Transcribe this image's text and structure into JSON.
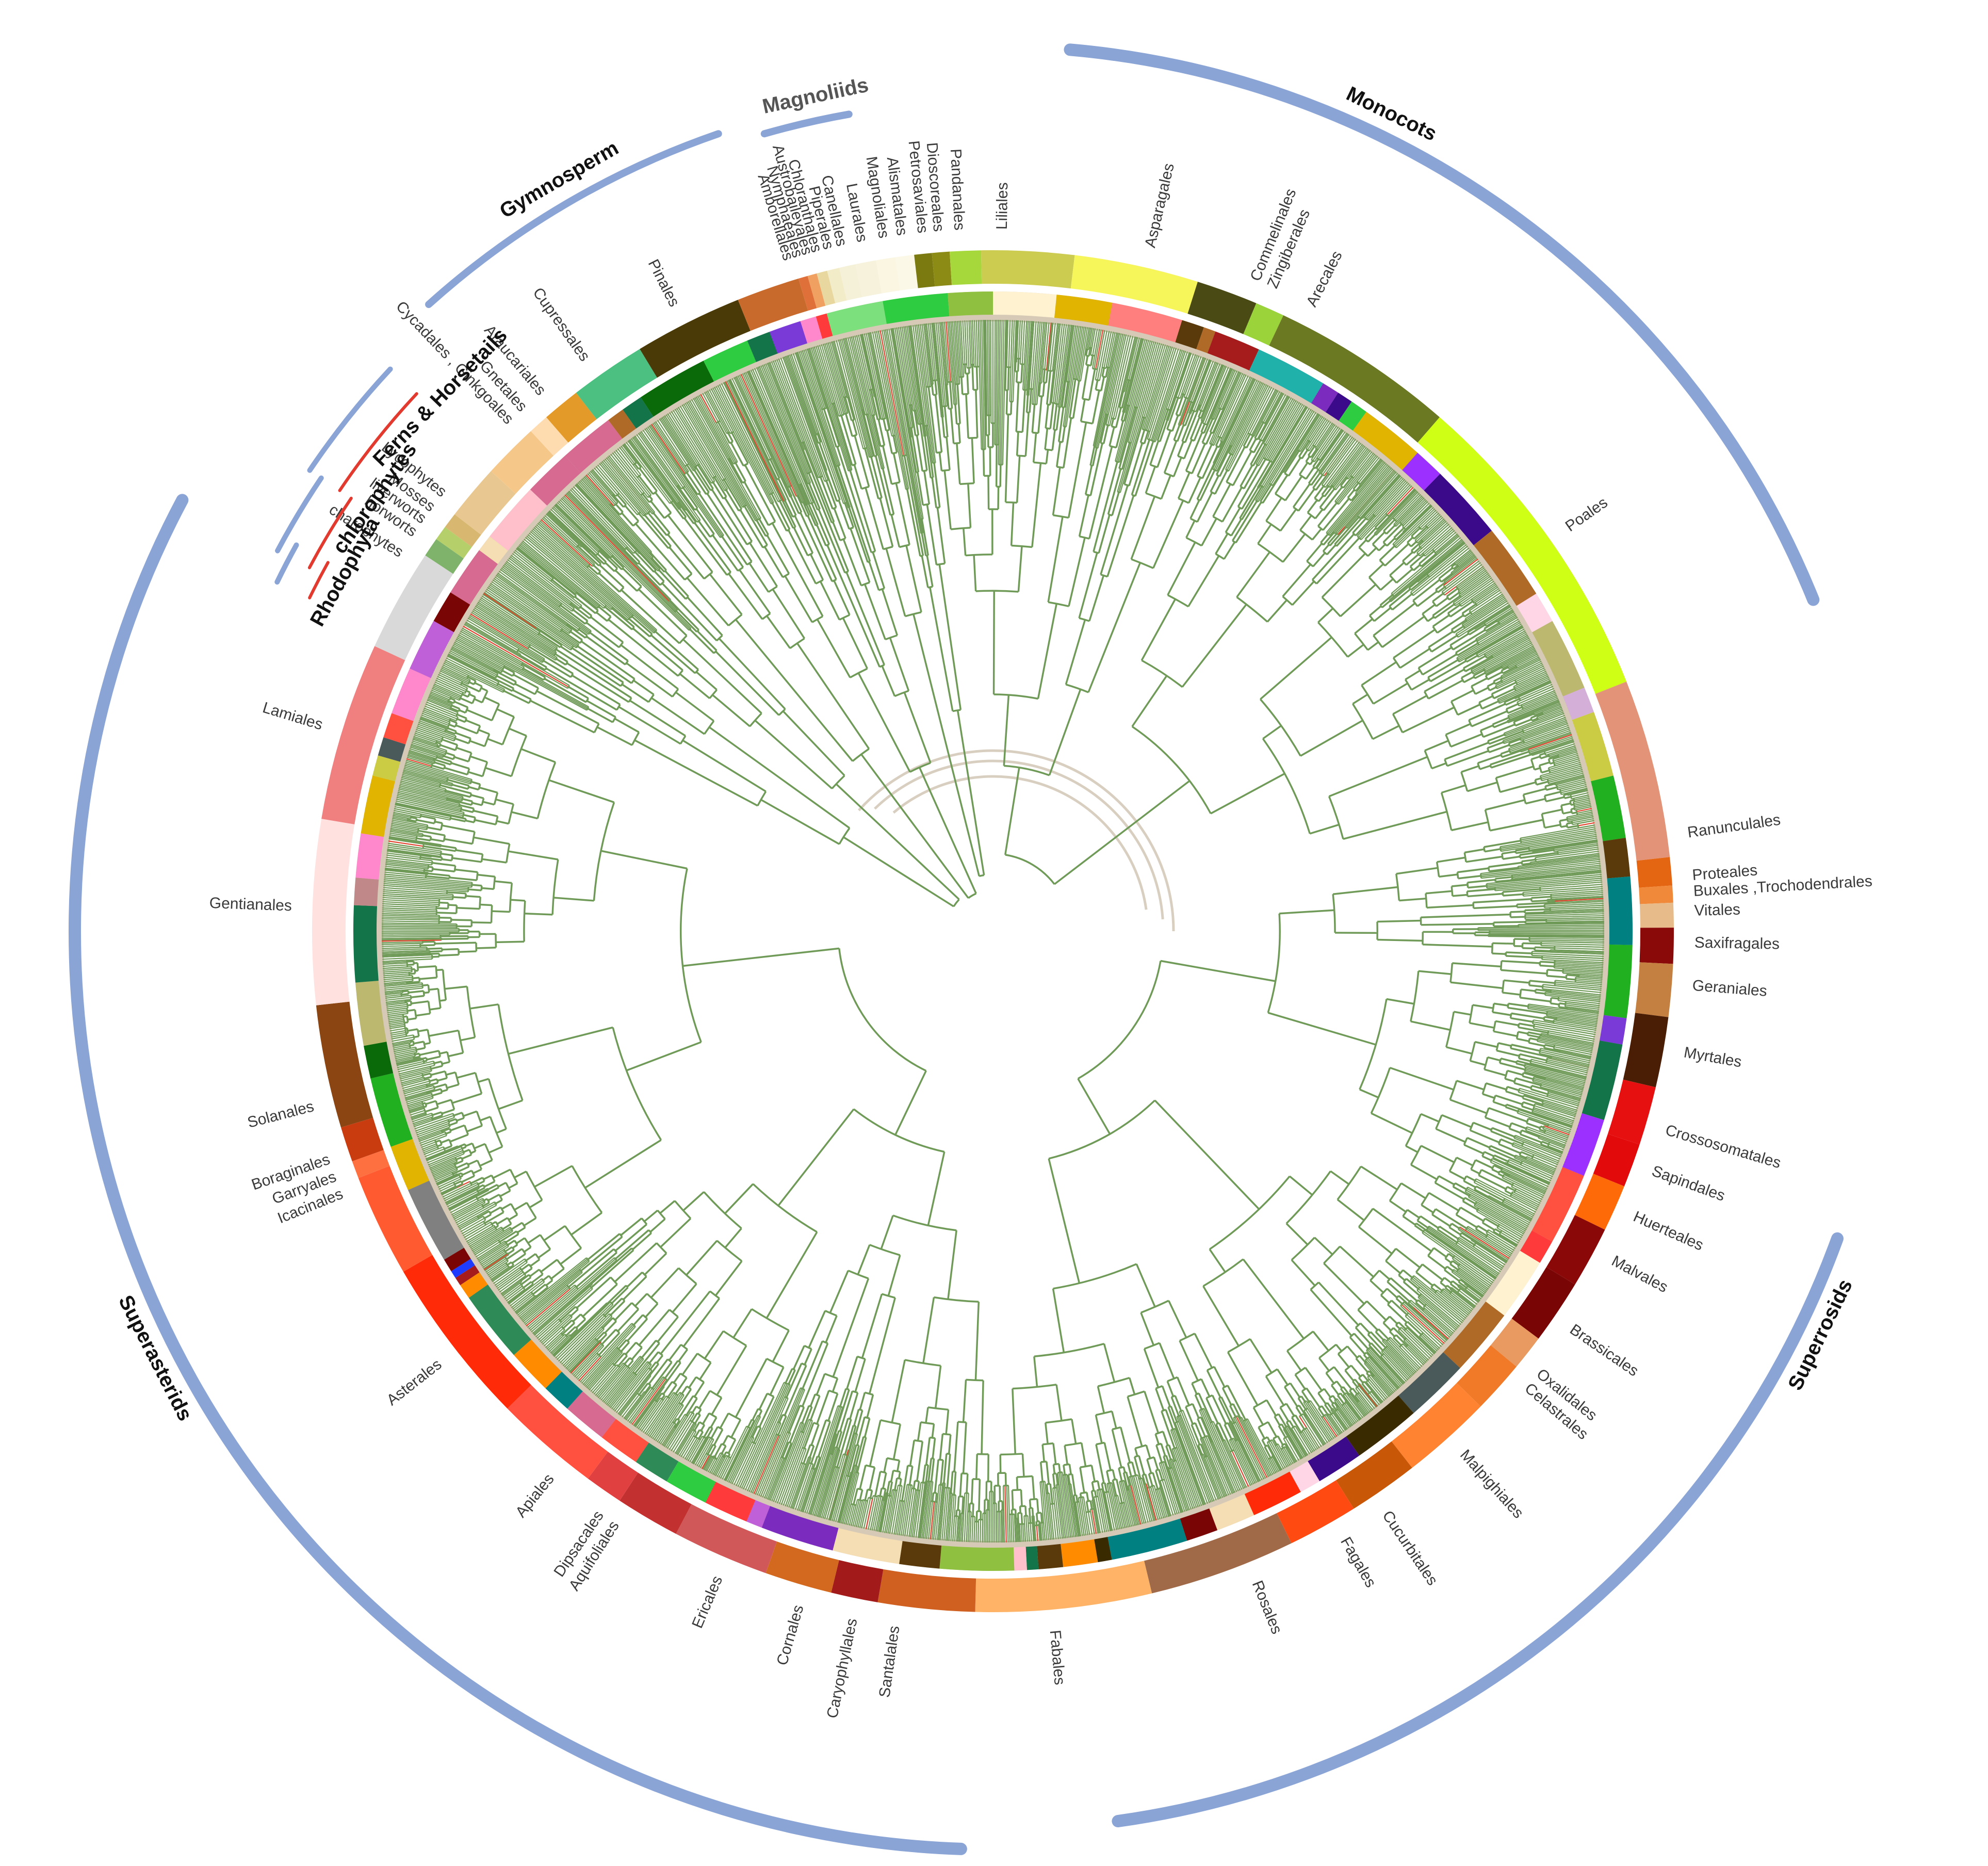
{
  "colors": {
    "branch": "#6f9a58",
    "branch_light": "#d9cfc0",
    "branch_red": "#e0442e",
    "inner_ring_bg": "#d6c9b6",
    "clade_arc": "#8aa4d6",
    "small_bracket": "#e23a2e"
  },
  "clades": [
    {
      "label": "Monocots",
      "from": 5,
      "to": 68,
      "ring": 1.28,
      "label_angle": 26
    },
    {
      "label": "Superrosids",
      "from": 110,
      "to": 172,
      "ring": 1.3,
      "label_angle": 116
    },
    {
      "label": "Superasterids",
      "from": 182,
      "to": 298,
      "ring": 1.36,
      "label_angle": 243
    },
    {
      "label": "Gymnosperm",
      "from": 318,
      "to": 341,
      "ring": 1.22,
      "label_angle": 330
    },
    {
      "label": "Magnoliids",
      "from": 344,
      "to": 350,
      "ring": 1.2,
      "label_angle": 348
    },
    {
      "label": "Ferns & Horsetails",
      "from": 304,
      "to": 313,
      "ring": 1.14,
      "label_angle": 314
    },
    {
      "label": "chlorophytes",
      "from": 298,
      "to": 304,
      "ring": 1.12,
      "label_angle": 305
    },
    {
      "label": "Rhodophyta",
      "from": 296,
      "to": 299,
      "ring": 1.1,
      "label_angle": 299
    }
  ],
  "orders": [
    {
      "label": "Amborellales",
      "angle": 343.0,
      "color": "#c86a2c"
    },
    {
      "label": "Nymphaeales",
      "angle": 343.8,
      "color": "#e0703a"
    },
    {
      "label": "Austrobaileyales",
      "angle": 344.6,
      "color": "#f0a060"
    },
    {
      "label": "Chloranthales",
      "angle": 345.4,
      "color": "#e8d8a0"
    },
    {
      "label": "Piperales",
      "angle": 346.4,
      "color": "#f2ecc8"
    },
    {
      "label": "Canellales",
      "angle": 347.5,
      "color": "#f5f0d8"
    },
    {
      "label": "Laurales",
      "angle": 349.2,
      "color": "#f6f2dc"
    },
    {
      "label": "Magnoliales",
      "angle": 351.0,
      "color": "#faf6e2"
    },
    {
      "label": "Alismatales",
      "angle": 352.5,
      "color": "#fbf8e8"
    },
    {
      "label": "Petrosaviales",
      "angle": 354.2,
      "color": "#7a7a10"
    },
    {
      "label": "Dioscoreales",
      "angle": 355.5,
      "color": "#8b8b16"
    },
    {
      "label": "Pandanales",
      "angle": 357.2,
      "color": "#a6d83c"
    },
    {
      "label": "Liliales",
      "angle": 0.8,
      "color": "#cccc50"
    },
    {
      "label": "Asparagales",
      "angle": 13.0,
      "color": "#f6f65a"
    },
    {
      "label": "Commelinales",
      "angle": 22.0,
      "color": "#4a4a14"
    },
    {
      "label": "Zingiberales",
      "angle": 23.5,
      "color": "#9ad43a"
    },
    {
      "label": "Arecales",
      "angle": 27.0,
      "color": "#6b7a22"
    },
    {
      "label": "Poales",
      "angle": 55.0,
      "color": "#cfff14"
    },
    {
      "label": "Ranunculales",
      "angle": 82.0,
      "color": "#e39478"
    },
    {
      "label": "Proteales",
      "angle": 85.5,
      "color": "#e56612"
    },
    {
      "label": "Buxales ,Trochodendrales",
      "angle": 86.8,
      "color": "#f08a3a"
    },
    {
      "label": "Vitales",
      "angle": 88.4,
      "color": "#e8bc8a"
    },
    {
      "label": "Saxifragales",
      "angle": 91.0,
      "color": "#8a0a0a"
    },
    {
      "label": "Geraniales",
      "angle": 94.5,
      "color": "#c48040"
    },
    {
      "label": "Myrtales",
      "angle": 100.0,
      "color": "#4a1e05"
    },
    {
      "label": "Crossosomatales",
      "angle": 106.5,
      "color": "#e61010"
    },
    {
      "label": "Sapindales",
      "angle": 110.0,
      "color": "#e20a0a"
    },
    {
      "label": "Huerteales",
      "angle": 114.0,
      "color": "#ff6a08"
    },
    {
      "label": "Malvales",
      "angle": 118.0,
      "color": "#8b0808"
    },
    {
      "label": "Brassicales",
      "angle": 124.5,
      "color": "#7a0505"
    },
    {
      "label": "Oxalidales",
      "angle": 129.0,
      "color": "#e89a60"
    },
    {
      "label": "Celastrales",
      "angle": 130.5,
      "color": "#f07a28"
    },
    {
      "label": "Malpighiales",
      "angle": 138.0,
      "color": "#ff8330"
    },
    {
      "label": "Cucurbitales",
      "angle": 146.0,
      "color": "#c85808"
    },
    {
      "label": "Fagales",
      "angle": 150.0,
      "color": "#ff4a12"
    },
    {
      "label": "Rosales",
      "angle": 158.0,
      "color": "#a06a48"
    },
    {
      "label": "Fabales",
      "angle": 175.0,
      "color": "#ffb366"
    },
    {
      "label": "Santalales",
      "angle": 188.0,
      "color": "#d06020"
    },
    {
      "label": "Caryophyllales",
      "angle": 191.5,
      "color": "#a21a1a"
    },
    {
      "label": "Cornales",
      "angle": 196.0,
      "color": "#d2691e"
    },
    {
      "label": "Ericales",
      "angle": 203.0,
      "color": "#d05858"
    },
    {
      "label": "Aquifoliales",
      "angle": 212.5,
      "color": "#c23030"
    },
    {
      "label": "Dipsacales",
      "angle": 214.0,
      "color": "#e04040"
    },
    {
      "label": "Apiales",
      "angle": 219.0,
      "color": "#ff5040"
    },
    {
      "label": "Asterales",
      "angle": 232.0,
      "color": "#ff2b08"
    },
    {
      "label": "Icacinales",
      "angle": 248.0,
      "color": "#ff5a30"
    },
    {
      "label": "Garryales",
      "angle": 249.5,
      "color": "#ff7040"
    },
    {
      "label": "Boraginales",
      "angle": 251.0,
      "color": "#c83c10"
    },
    {
      "label": "Solanales",
      "angle": 255.5,
      "color": "#8b4513"
    },
    {
      "label": "Gentianales",
      "angle": 272.0,
      "color": "#ffe2e0"
    },
    {
      "label": "Lamiales",
      "angle": 287.0,
      "color": "#f08080"
    },
    {
      "label": "charophytes",
      "angle": 302.5,
      "color": "#d9d9d9"
    },
    {
      "label": "horworts",
      "angle": 304.5,
      "color": "#7fb26a"
    },
    {
      "label": "liverworts",
      "angle": 305.8,
      "color": "#b5d06a"
    },
    {
      "label": "Mosses",
      "angle": 307.0,
      "color": "#d8b870"
    },
    {
      "label": "Lycophytes",
      "angle": 308.5,
      "color": "#e8c890"
    },
    {
      "label": "Gnetales",
      "angle": 318.0,
      "color": "#ffdcb0"
    },
    {
      "label": "Cycadales , Ginkgoales",
      "angle": 316.5,
      "color": "#f5c88a"
    },
    {
      "label": "Araucariales",
      "angle": 320.0,
      "color": "#e49a28"
    },
    {
      "label": "Cupressales",
      "angle": 324.5,
      "color": "#4cc080"
    },
    {
      "label": "Pinales",
      "angle": 333.0,
      "color": "#4a3a08"
    }
  ]
}
